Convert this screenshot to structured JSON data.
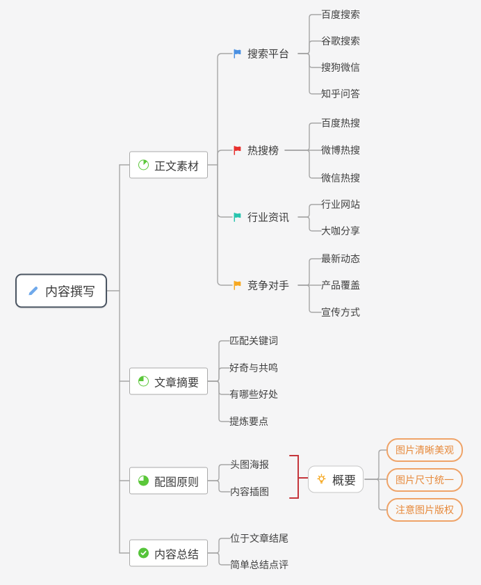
{
  "page": {
    "background": "#f5f5f6",
    "line_color": "#a6a6a6",
    "bracket_color": "#c5353b",
    "task_green": "#5bc73a"
  },
  "root": {
    "label": "内容撰写",
    "icon": "pencil-icon",
    "icon_color": "#6fa9eb"
  },
  "branches": [
    {
      "label": "正文素材",
      "marker": "task-progress-small",
      "topics": [
        {
          "label": "搜索平台",
          "icon": "flag-icon",
          "flag_color": "#4a90e2",
          "items": [
            "百度搜索",
            "谷歌搜索",
            "搜狗微信",
            "知乎问答"
          ]
        },
        {
          "label": "热搜榜",
          "icon": "flag-icon",
          "flag_color": "#e7302e",
          "items": [
            "百度热搜",
            "微博热搜",
            "微信热搜"
          ]
        },
        {
          "label": "行业资讯",
          "icon": "flag-icon",
          "flag_color": "#29c4ae",
          "items": [
            "行业网站",
            "大咖分享"
          ]
        },
        {
          "label": "竞争对手",
          "icon": "flag-icon",
          "flag_color": "#f6a821",
          "items": [
            "最新动态",
            "产品覆盖",
            "宣传方式"
          ]
        }
      ]
    },
    {
      "label": "文章摘要",
      "marker": "task-progress-quarter",
      "items": [
        "匹配关键词",
        "好奇与共鸣",
        "有哪些好处",
        "提炼要点"
      ]
    },
    {
      "label": "配图原则",
      "marker": "task-progress-three-quarter",
      "items": [
        "头图海报",
        "内容插图"
      ],
      "summary": {
        "label": "概要",
        "icon": "lightbulb-icon",
        "accent": "#f6a821",
        "pill_border": "#efa368",
        "pill_text": "#e78a3c",
        "items": [
          "图片清晰美观",
          "图片尺寸统一",
          "注意图片版权"
        ]
      }
    },
    {
      "label": "内容总结",
      "marker": "task-done",
      "items": [
        "位于文章结尾",
        "简单总结点评"
      ]
    }
  ]
}
